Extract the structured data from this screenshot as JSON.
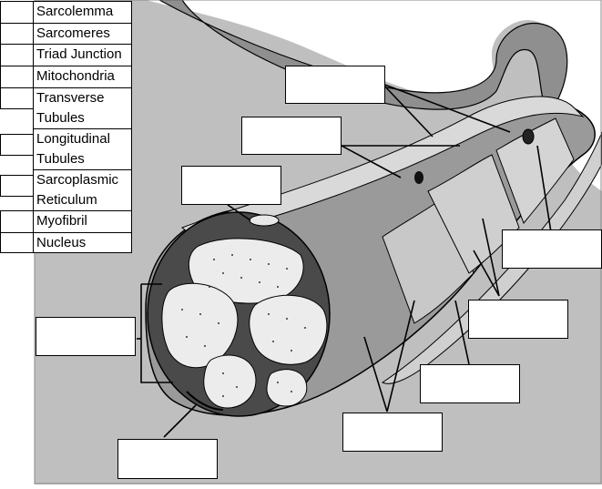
{
  "legend": {
    "items": [
      {
        "text": "Sarcolemma"
      },
      {
        "text": "Sarcomeres"
      },
      {
        "text": "Triad Junction"
      },
      {
        "text": " Mitochondria"
      },
      {
        "text": "Transverse\nTubules"
      },
      {
        "text": "Longitudinal\nTubules"
      },
      {
        "text": "Sarcoplasmic\nReticulum"
      },
      {
        "text": "Myofibril"
      },
      {
        "text": "Nucleus"
      }
    ]
  },
  "colors": {
    "background_panel": "#bdbdbd",
    "fiber_outer": "#8e8e8e",
    "myofibril_face": "#e9e9e9",
    "reticulum": "#c8c8c8",
    "outline": "#000000"
  }
}
